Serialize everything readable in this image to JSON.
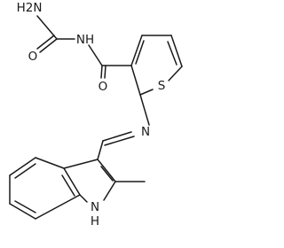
{
  "molecule": {
    "atoms": {
      "amide_n": "H2N",
      "carbonyl_o_urea": "O",
      "urea_nh": "NH",
      "carbonyl_o_amide": "O",
      "thiophene_s": "S",
      "imine_n": "N",
      "indole_nh": "H",
      "indole_n": "N"
    }
  }
}
